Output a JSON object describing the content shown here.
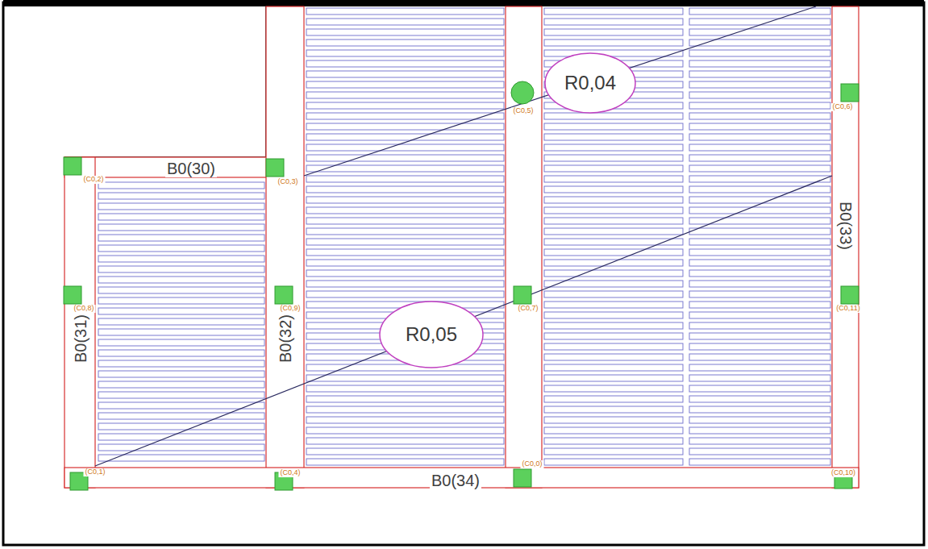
{
  "diagram": {
    "nodes": [
      {
        "text": [
          "R0,04"
        ]
      },
      {
        "text": [
          "R0,05"
        ]
      }
    ],
    "labels": [
      "B0(30)",
      "B0(31)",
      "B0(32)",
      "B0(33)",
      "B0(34)",
      "(C0,2)",
      "(C0,3)",
      "(C0,5)",
      "(C0,6)",
      "(C0,8)",
      "(C0,9)",
      "(C0,7)",
      "(C0,1)",
      "(C0,4)",
      "(C0,0)",
      "(C0,10)",
      "(C0,11)"
    ]
  }
}
